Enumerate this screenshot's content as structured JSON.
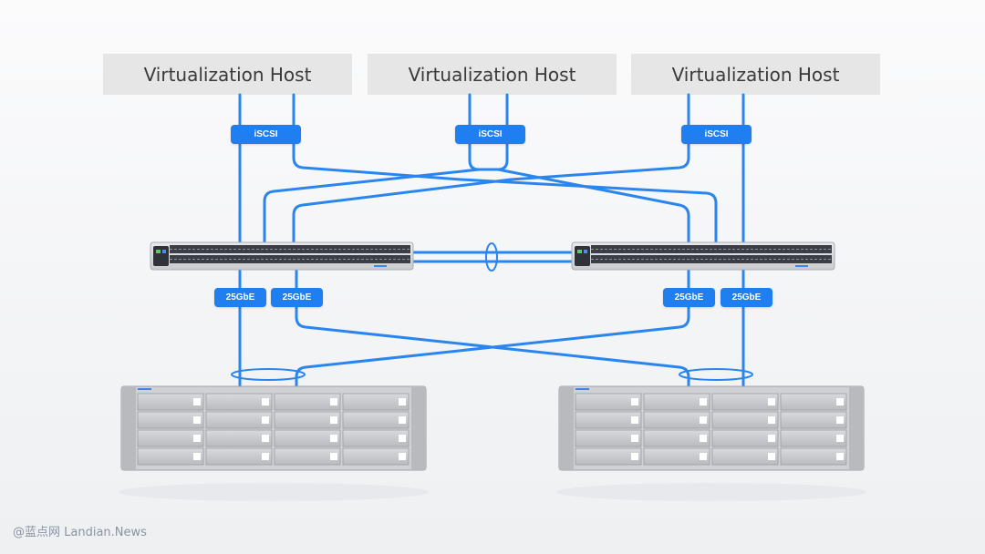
{
  "hosts": [
    {
      "label": "Virtualization Host"
    },
    {
      "label": "Virtualization Host"
    },
    {
      "label": "Virtualization Host"
    }
  ],
  "link_badges": {
    "iscsi": [
      "iSCSI",
      "iSCSI",
      "iSCSI"
    ],
    "ethernet": [
      "25GbE",
      "25GbE",
      "25GbE",
      "25GbE"
    ]
  },
  "devices": {
    "switches": [
      {
        "type": "switch"
      },
      {
        "type": "switch"
      }
    ],
    "storage_arrays": [
      {
        "type": "storage"
      },
      {
        "type": "storage"
      }
    ]
  },
  "colors": {
    "link_line": "#2a86ee",
    "badge": "#1f7ef0",
    "host_box": "#e6e6e7"
  },
  "watermark": "@蓝点网 Landian.News"
}
